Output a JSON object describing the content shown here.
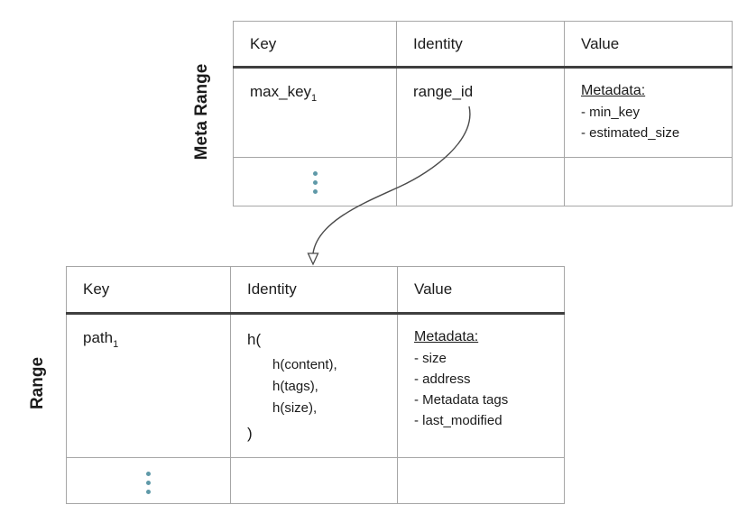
{
  "colors": {
    "background": "#ffffff",
    "text": "#1b1b1b",
    "border": "#a6a6a6",
    "header-rule": "#3f3f3f",
    "dots": "#5f99a8",
    "arrow": "#4a4a4a"
  },
  "tables": [
    {
      "label": "Meta Range",
      "headers": [
        "Key",
        "Identity",
        "Value"
      ],
      "row": {
        "key": {
          "text": "max_key",
          "subscript": "1"
        },
        "identity": "range_id",
        "value": {
          "title": "Metadata:",
          "items": [
            "- min_key",
            "- estimated_size"
          ]
        }
      }
    },
    {
      "label": "Range",
      "headers": [
        "Key",
        "Identity",
        "Value"
      ],
      "row": {
        "key": {
          "text": "path",
          "subscript": "1"
        },
        "identity": {
          "lines": [
            "h(",
            "h(content),",
            "h(tags),",
            "h(size),",
            ")"
          ]
        },
        "value": {
          "title": "Metadata:",
          "items": [
            "- size",
            "- address",
            "- Metadata tags",
            "- last_modified"
          ]
        }
      }
    }
  ]
}
